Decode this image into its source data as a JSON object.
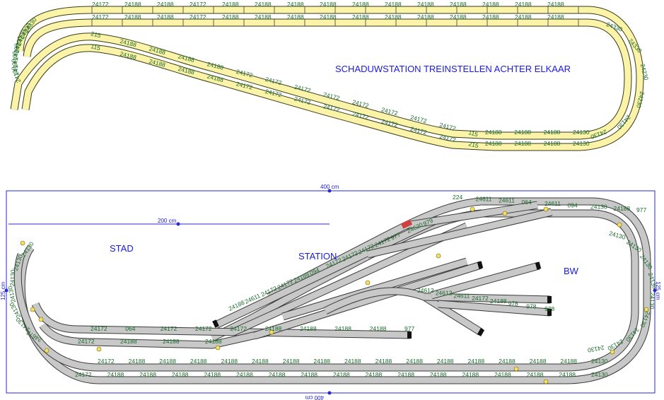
{
  "upper_layout": {
    "title": "SCHADUWSTATION TREINSTELLEN ACHTER ELKAAR",
    "top_row_1": [
      "24172",
      "24188",
      "24188",
      "24172",
      "24188",
      "24188",
      "24188",
      "24188",
      "24188",
      "24188",
      "24188",
      "24188",
      "24188",
      "24188",
      "24188"
    ],
    "top_row_2": [
      "24172",
      "24188",
      "24188",
      "24172",
      "24188",
      "24188",
      "24188",
      "24188",
      "24188",
      "24188",
      "24188",
      "24188",
      "24188",
      "24188",
      "24188"
    ],
    "left_curve": [
      "24330",
      "24330",
      "24230",
      "24230",
      "24230",
      "24130",
      "24130",
      "24130"
    ],
    "diag_1": [
      "215",
      "24188",
      "24188",
      "24188",
      "24188",
      "24172",
      "24172",
      "24172",
      "24172",
      "24172",
      "24172",
      "24172",
      "24172",
      "115"
    ],
    "diag_2": [
      "115",
      "24188",
      "24188",
      "24188",
      "24188",
      "24172",
      "24172",
      "24172",
      "24172",
      "24172",
      "24172",
      "24172",
      "24172",
      "215"
    ],
    "bottom_row_1": [
      "24188",
      "24188",
      "24188",
      "24130"
    ],
    "bottom_row_2": [
      "24188",
      "24188",
      "24188",
      "24130"
    ],
    "right_curve": [
      "24330",
      "24330",
      "24230",
      "24230",
      "24130",
      "24130"
    ]
  },
  "lower_layout": {
    "dimension_top": "400 cm",
    "dimension_bottom": "400 cm",
    "dimension_mid": "200 cm",
    "dimension_left": "125 cm",
    "dimension_right": "125 cm",
    "label_stad": "STAD",
    "label_station": "STATION",
    "label_bw": "BW",
    "yard_top": [
      "224",
      "24611",
      "24611",
      "064",
      "24611",
      "094",
      "24130",
      "24188",
      "977"
    ],
    "yard_mid": [
      "24612",
      "24612",
      "24611",
      "24172",
      "24188",
      "978",
      "978",
      "978"
    ],
    "station_row": [
      "24172",
      "064",
      "24172",
      "24172",
      "24172",
      "24188",
      "24188",
      "24188",
      "24188",
      "977"
    ],
    "station_row_2": [
      "24172",
      "24188",
      "24188",
      "24188"
    ],
    "station_diag": [
      "24188",
      "24611",
      "24172",
      "24172",
      "24188",
      "094",
      "24172",
      "24172",
      "24172",
      "24172",
      "977",
      "24620",
      "979"
    ],
    "bottom_row_1": [
      "24172",
      "24188",
      "24188",
      "24188",
      "24188",
      "24188",
      "24188",
      "24188",
      "24188",
      "24188",
      "24188",
      "24188",
      "24188",
      "24188",
      "24188",
      "24188",
      "24130"
    ],
    "bottom_row_2": [
      "24172",
      "24188",
      "24188",
      "24188",
      "24188",
      "24188",
      "24188",
      "24188",
      "24188",
      "24188",
      "24188",
      "24188",
      "24188",
      "24188",
      "24188",
      "24188",
      "24130"
    ],
    "left_curve": [
      "24130",
      "24130",
      "24130",
      "24130",
      "24130",
      "24130",
      "24672"
    ],
    "right_curve": [
      "24130",
      "24130",
      "24130",
      "24130",
      "24130",
      "24130",
      "24130",
      "24130",
      "24130"
    ]
  }
}
